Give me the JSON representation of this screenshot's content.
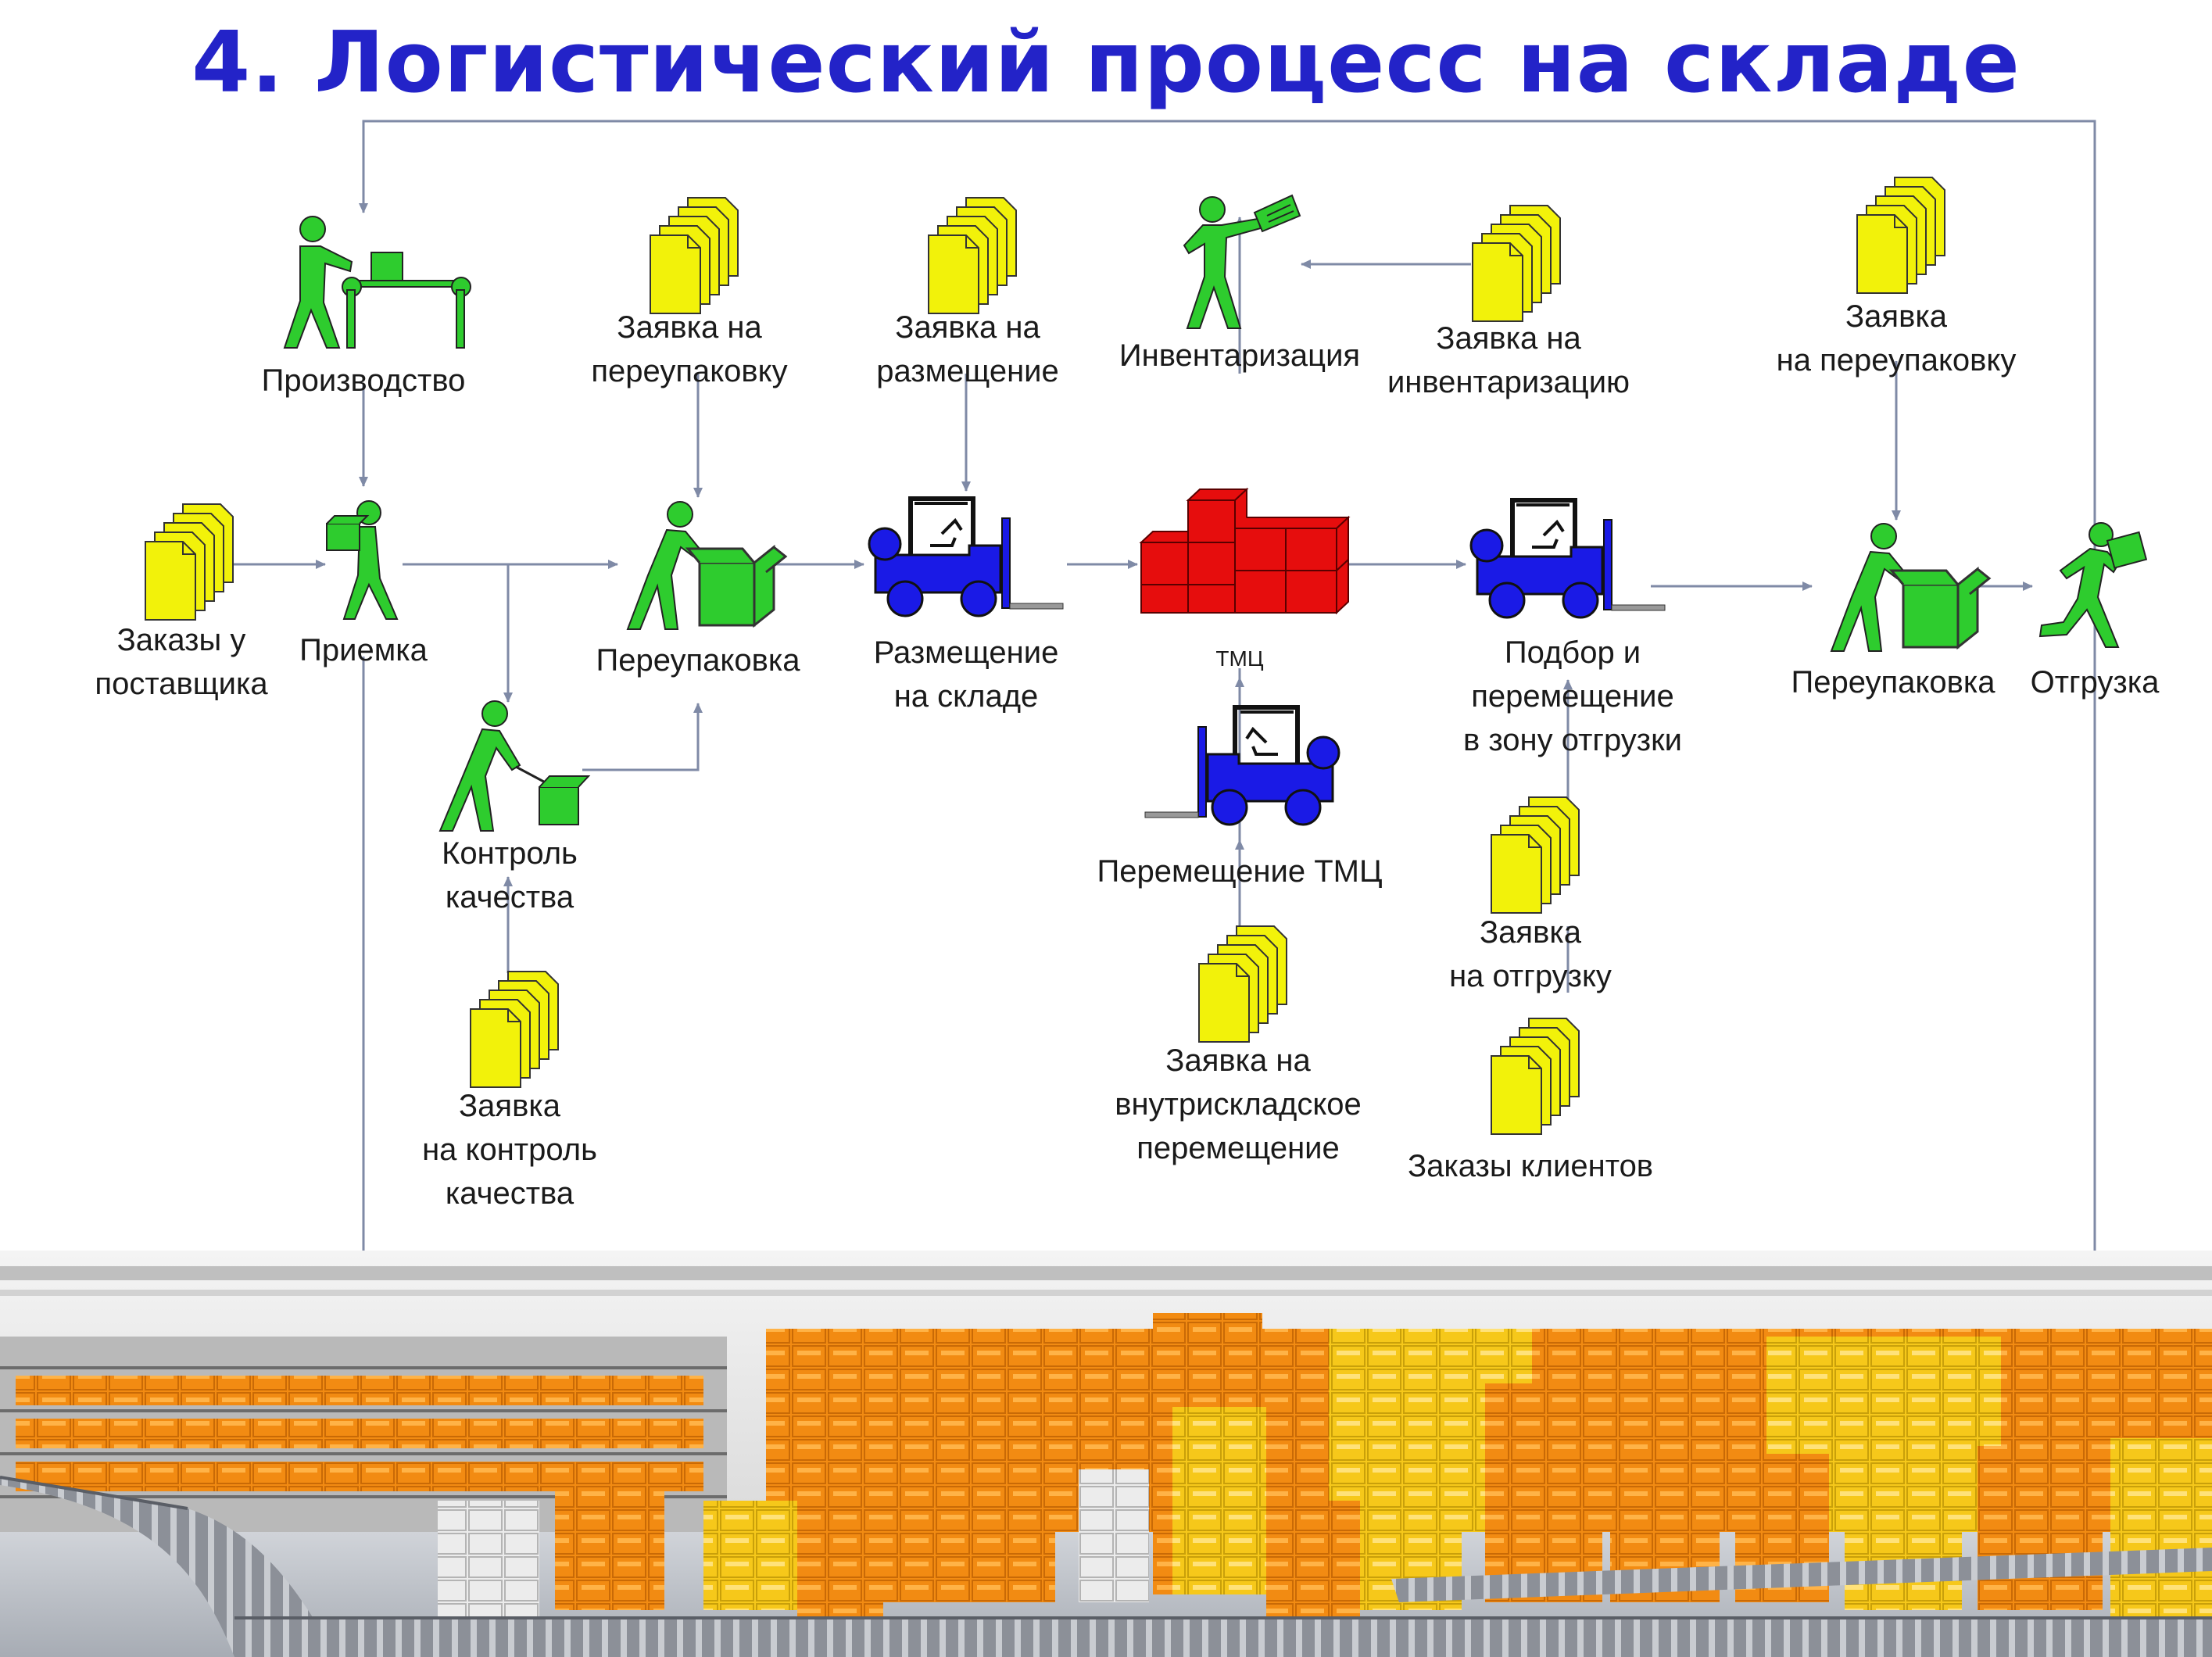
{
  "title": "4. Логистический процесс на складе",
  "colors": {
    "title": "#2323c8",
    "worker": "#2ecc2e",
    "document": "#f2f20a",
    "forklift": "#1a1ae6",
    "goods": "#e60d0d",
    "line": "#7f8aa6"
  },
  "nodes": {
    "orders_supplier": {
      "lines": [
        "Заказы у",
        "поставщика"
      ],
      "icon": "document-stack-icon"
    },
    "receiving": {
      "lines": [
        "Приемка"
      ],
      "icon": "worker-carrying-box-icon"
    },
    "production": {
      "lines": [
        "Производство"
      ],
      "icon": "worker-conveyor-icon"
    },
    "repack_request_1": {
      "lines": [
        "Заявка на",
        "переупаковку"
      ],
      "icon": "document-stack-icon"
    },
    "repack_1": {
      "lines": [
        "Переупаковка"
      ],
      "icon": "worker-packing-box-icon"
    },
    "quality_control": {
      "lines": [
        "Контроль",
        "качества"
      ],
      "icon": "worker-inspecting-box-icon"
    },
    "qc_request": {
      "lines": [
        "Заявка",
        "на контроль",
        "качества"
      ],
      "icon": "document-stack-icon"
    },
    "placement_request": {
      "lines": [
        "Заявка на",
        "размещение"
      ],
      "icon": "document-stack-icon"
    },
    "placement": {
      "lines": [
        "Размещение",
        "на складе"
      ],
      "icon": "forklift-icon"
    },
    "inventory": {
      "lines": [
        "Инвентаризация"
      ],
      "icon": "worker-scanning-icon"
    },
    "inventory_request": {
      "lines": [
        "Заявка на",
        "инвентаризацию"
      ],
      "icon": "document-stack-icon"
    },
    "goods": {
      "lines": [
        "ТМЦ"
      ],
      "icon": "goods-boxes-icon"
    },
    "goods_movement": {
      "lines": [
        "Перемещение ТМЦ"
      ],
      "icon": "forklift-icon"
    },
    "internal_request": {
      "lines": [
        "Заявка на",
        "внутрискладское",
        "перемещение"
      ],
      "icon": "document-stack-icon"
    },
    "picking": {
      "lines": [
        "Подбор и",
        "перемещение",
        "в зону отгрузки"
      ],
      "icon": "forklift-icon"
    },
    "shipment_request": {
      "lines": [
        "Заявка",
        "на отгрузку"
      ],
      "icon": "document-stack-icon"
    },
    "client_orders": {
      "lines": [
        "Заказы клиентов"
      ],
      "icon": "document-stack-icon"
    },
    "repack_request_2": {
      "lines": [
        "Заявка",
        "на переупаковку"
      ],
      "icon": "document-stack-icon"
    },
    "repack_2": {
      "lines": [
        "Переупаковка"
      ],
      "icon": "worker-packing-box-icon"
    },
    "shipment": {
      "lines": [
        "Отгрузка"
      ],
      "icon": "worker-running-box-icon"
    }
  },
  "photo": {
    "icon": "warehouse-conveyor-photo"
  }
}
